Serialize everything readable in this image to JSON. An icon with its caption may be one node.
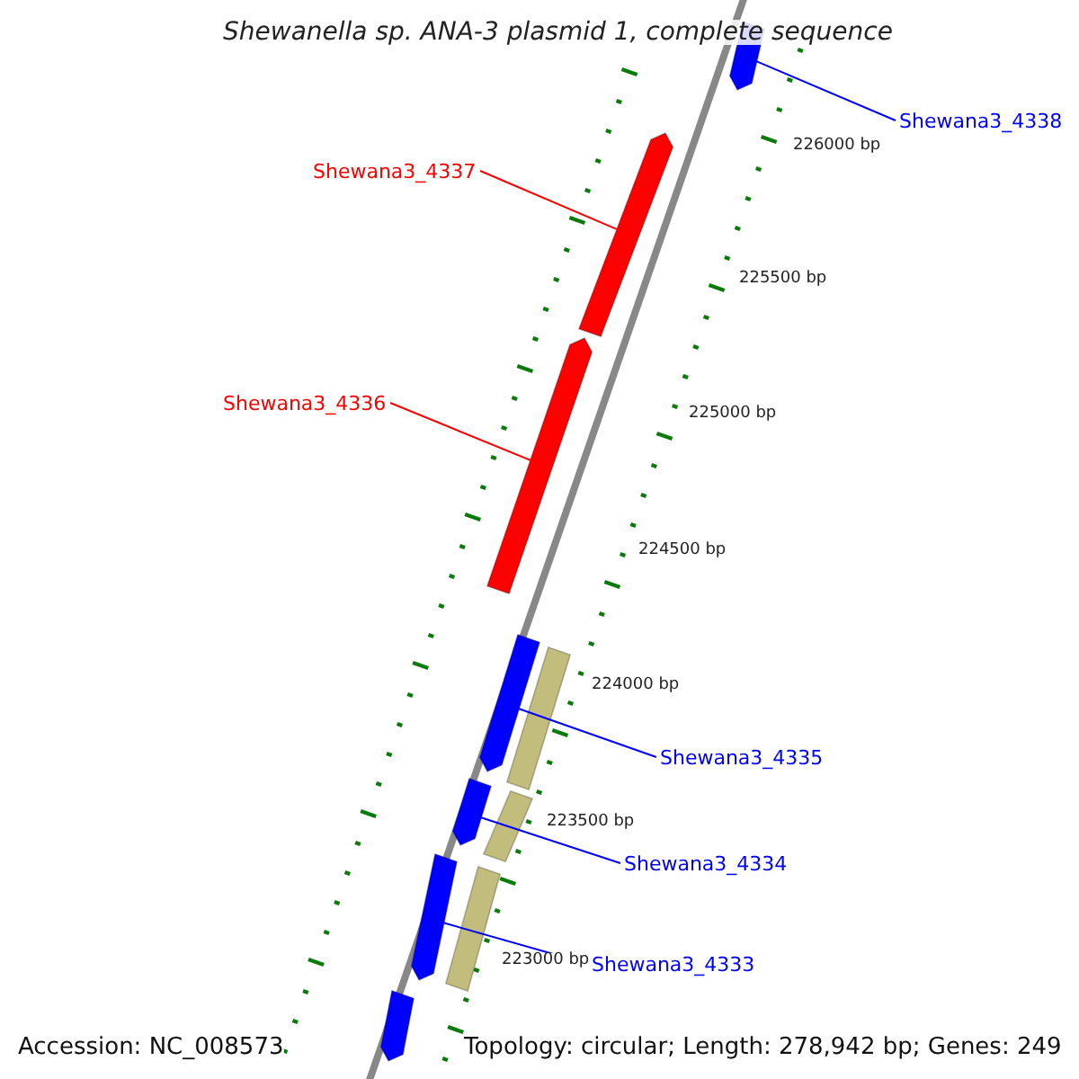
{
  "diagram": {
    "title": "Shewanella sp. ANA-3 plasmid 1, complete sequence",
    "nodes": [
      {
        "text": [
          "Shewana3_4338"
        ]
      },
      {
        "text": [],
        "shape": "bar"
      },
      {
        "text": [
          "Shewana3_4337"
        ]
      },
      {
        "text": [],
        "shape": "bar"
      },
      {
        "text": [
          "Shewana3_4336"
        ]
      },
      {
        "text": [],
        "shape": "bar"
      },
      {
        "text": [
          "Shewana3_4335"
        ]
      },
      {
        "text": [],
        "shape": "bar"
      },
      {
        "text": [
          "Shewana3_4334"
        ]
      },
      {
        "text": [],
        "shape": "bar"
      },
      {
        "text": [
          "Shewana3_4333"
        ]
      },
      {
        "text": [],
        "shape": "bar"
      },
      {
        "text": [],
        "shape": "bar"
      },
      {
        "text": [],
        "shape": "bar"
      },
      {
        "text": [],
        "shape": "bar"
      },
      {
        "text": [],
        "shape": "bar"
      }
    ],
    "edges": [
      {
        "from": 0,
        "to": 1,
        "arrow": "none"
      },
      {
        "from": 2,
        "to": 3,
        "arrow": "none",
        "color": "#ff0000"
      },
      {
        "from": 4,
        "to": 5,
        "arrow": "none",
        "color": "#ff0000"
      },
      {
        "from": 6,
        "to": 7,
        "arrow": "none"
      },
      {
        "from": 8,
        "to": 9,
        "arrow": "none"
      },
      {
        "from": 10,
        "to": 11,
        "arrow": "none"
      }
    ],
    "labels": [
      "226000 bp",
      "225500 bp",
      "225000 bp",
      "224500 bp",
      "224000 bp",
      "223500 bp",
      "223000 bp",
      "Accession: NC_008573",
      "Topology: circular; Length: 278,942 bp; Genes: 249"
    ]
  }
}
